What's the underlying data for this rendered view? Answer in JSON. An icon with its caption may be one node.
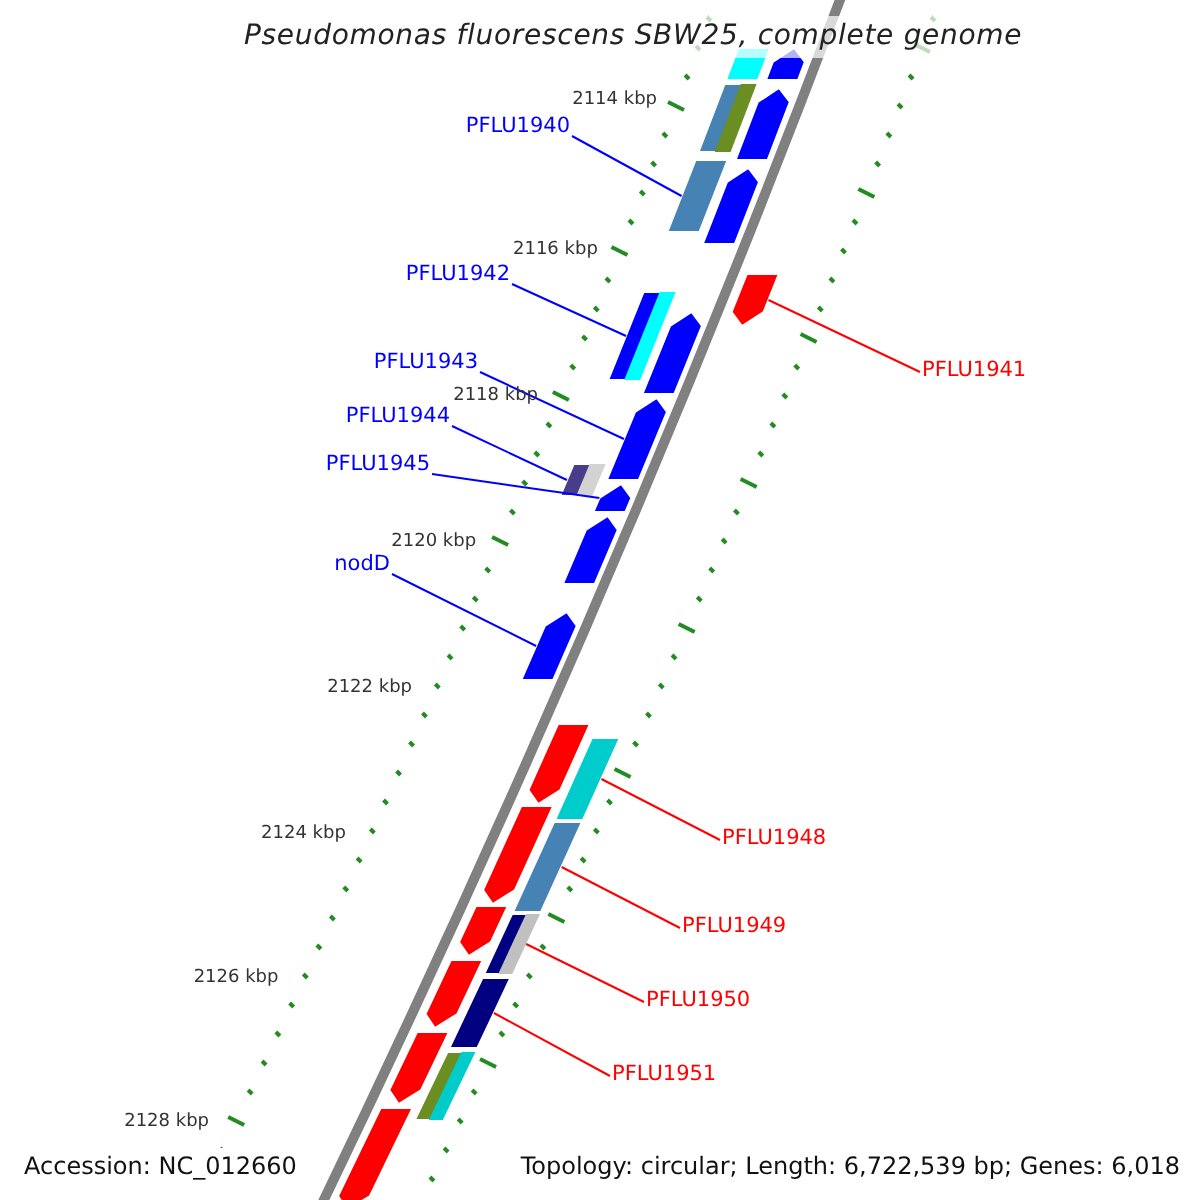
{
  "diagram": {
    "title": "Pseudomonas fluorescens SBW25, complete genome",
    "nodes": [
      {
        "text": [
          "PFLU1940"
        ]
      },
      {
        "text": [
          "PFLU1942"
        ]
      },
      {
        "text": [
          "PFLU1943"
        ]
      },
      {
        "text": [
          "PFLU1944"
        ]
      },
      {
        "text": [
          "PFLU1945"
        ]
      },
      {
        "text": [
          "nodD"
        ]
      },
      {
        "text": [
          "PFLU1941"
        ]
      },
      {
        "text": [
          "PFLU1948"
        ]
      },
      {
        "text": [
          "PFLU1949"
        ]
      },
      {
        "text": [
          "PFLU1950"
        ]
      },
      {
        "text": [
          "PFLU1951"
        ]
      },
      {
        "text": [],
        "shape": "bar"
      },
      {
        "text": [],
        "shape": "arrow"
      },
      {
        "text": [],
        "shape": "bar"
      },
      {
        "text": [],
        "shape": "arrow"
      },
      {
        "text": [],
        "shape": "bar"
      },
      {
        "text": [],
        "shape": "arrow"
      },
      {
        "text": [],
        "shape": "arrow"
      },
      {
        "text": [],
        "shape": "bar"
      },
      {
        "text": [],
        "shape": "arrow"
      },
      {
        "text": [],
        "shape": "arrow"
      },
      {
        "text": [],
        "shape": "bar"
      },
      {
        "text": [],
        "shape": "arrow"
      },
      {
        "text": [],
        "shape": "arrow"
      },
      {
        "text": [],
        "shape": "arrow"
      },
      {
        "text": [],
        "shape": "arrow"
      },
      {
        "text": [],
        "shape": "bar"
      },
      {
        "text": [],
        "shape": "arrow"
      },
      {
        "text": [],
        "shape": "bar"
      },
      {
        "text": [],
        "shape": "arrow"
      },
      {
        "text": [],
        "shape": "bar"
      },
      {
        "text": [],
        "shape": "arrow"
      },
      {
        "text": [],
        "shape": "bar"
      },
      {
        "text": [],
        "shape": "arrow"
      },
      {
        "text": [],
        "shape": "bar"
      },
      {
        "text": [],
        "shape": "arrow"
      }
    ],
    "edges": [
      {
        "from": 0,
        "to": 15,
        "arrow": "none"
      },
      {
        "from": 1,
        "to": 18,
        "arrow": "none"
      },
      {
        "from": 2,
        "to": 20,
        "arrow": "none"
      },
      {
        "from": 3,
        "to": 21,
        "arrow": "none"
      },
      {
        "from": 4,
        "to": 22,
        "arrow": "none"
      },
      {
        "from": 5,
        "to": 24,
        "arrow": "none"
      },
      {
        "from": 6,
        "to": 17,
        "arrow": "none",
        "color": "#ff0000"
      },
      {
        "from": 7,
        "to": 26,
        "arrow": "none",
        "color": "#ff0000"
      },
      {
        "from": 8,
        "to": 28,
        "arrow": "none",
        "color": "#ff0000"
      },
      {
        "from": 9,
        "to": 30,
        "arrow": "none",
        "color": "#ff0000"
      },
      {
        "from": 10,
        "to": 32,
        "arrow": "none",
        "color": "#ff0000"
      }
    ],
    "labels": [
      "2114 kbp",
      "2116 kbp",
      "2118 kbp",
      "2120 kbp",
      "2122 kbp",
      "2124 kbp",
      "2126 kbp",
      "2128 kbp",
      "Accession: NC_012660",
      "Topology: circular; Length: 6,722,539 bp; Genes: 6,018"
    ]
  }
}
